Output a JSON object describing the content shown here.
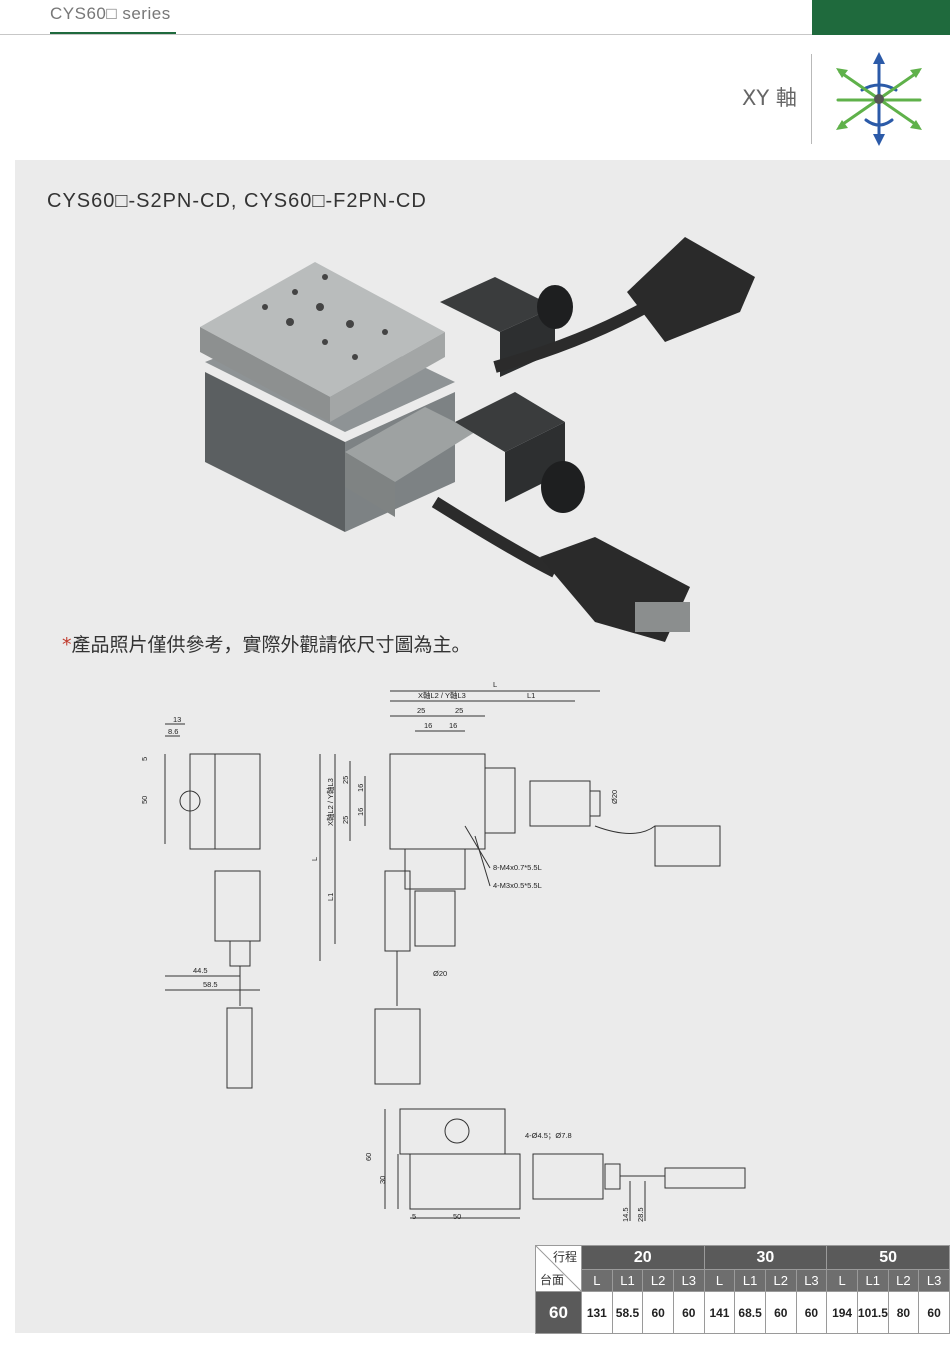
{
  "header": {
    "series": "CYS60□ series",
    "axis_label": "XY 軸"
  },
  "colors": {
    "brand_green": "#1f6a3d",
    "panel_grey": "#ebebeb",
    "table_dark": "#5a5a5a"
  },
  "product": {
    "title": "CYS60□-S2PN-CD, CYS60□-F2PN-CD",
    "note_star": "*",
    "note": "產品照片僅供參考，實際外觀請依尺寸圖為主。"
  },
  "drawing": {
    "labels": {
      "L": "L",
      "L1": "L1",
      "xl2": "X軸L2 / Y軸L3",
      "yl2": "X軸L2 / Y軸L3",
      "d25a": "25",
      "d25b": "25",
      "d16a": "16",
      "d16b": "16",
      "v25a": "25",
      "v16a": "16",
      "v16b": "16",
      "v25b": "25",
      "m4": "8-M4x0.7*5.5L",
      "m3": "4-M3x0.5*5.5L",
      "dia20a": "Ø20",
      "dia20b": "Ø20",
      "d13": "13",
      "d86": "8.6",
      "d5": "5",
      "d50": "50",
      "d445": "44.5",
      "d585": "58.5",
      "holes": "4-Ø4.5；Ø7.8",
      "h60": "60",
      "h30": "30",
      "b5": "5",
      "b50": "50",
      "r145": "14.5",
      "r285": "28.5",
      "sideL": "L",
      "sideL1": "L1"
    }
  },
  "spec_table": {
    "stroke_label": "行程",
    "table_label": "台面",
    "row_label": "60",
    "groups": [
      {
        "stroke": "20",
        "cols": [
          "L",
          "L1",
          "L2",
          "L3"
        ],
        "values": [
          "131",
          "58.5",
          "60",
          "60"
        ]
      },
      {
        "stroke": "30",
        "cols": [
          "L",
          "L1",
          "L2",
          "L3"
        ],
        "values": [
          "141",
          "68.5",
          "60",
          "60"
        ]
      },
      {
        "stroke": "50",
        "cols": [
          "L",
          "L1",
          "L2",
          "L3"
        ],
        "values": [
          "194",
          "101.5",
          "80",
          "60"
        ]
      }
    ]
  }
}
